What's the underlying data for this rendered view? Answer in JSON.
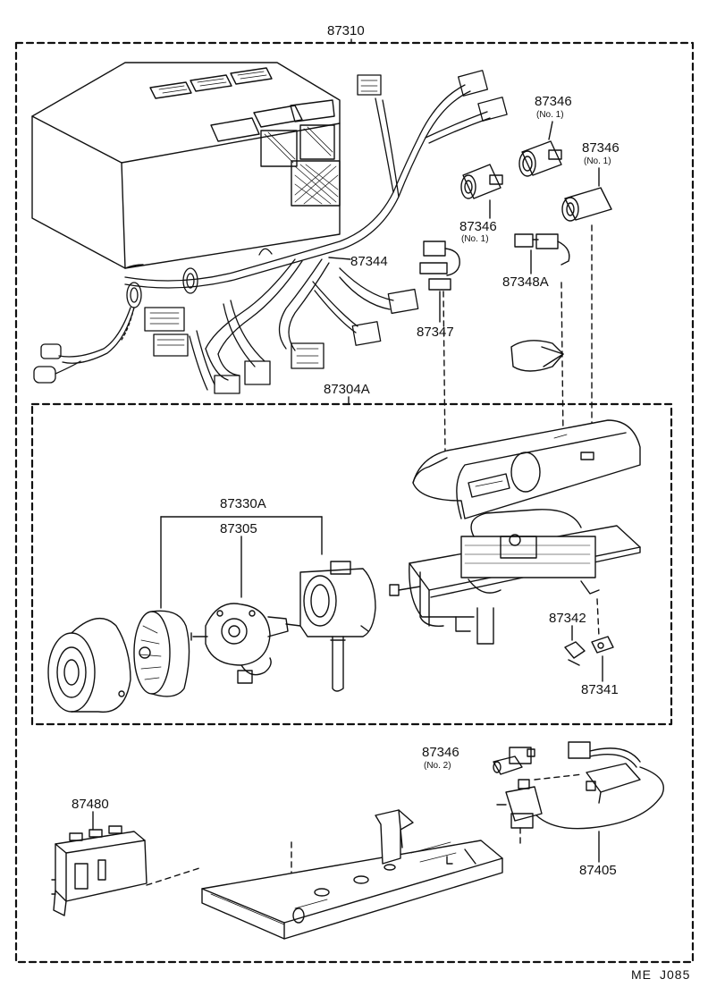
{
  "parts": {
    "p87310": "87310",
    "p87304a": "87304A",
    "p87344": "87344",
    "p87347": "87347",
    "p87346_a": "87346",
    "p87346_a_sub": "(No. 1)",
    "p87346_b": "87346",
    "p87346_b_sub": "(No. 1)",
    "p87346_c": "87346",
    "p87346_c_sub": "(No. 1)",
    "p87348a": "87348A",
    "p87330a": "87330A",
    "p87305": "87305",
    "p87342": "87342",
    "p87341": "87341",
    "p87346_d": "87346",
    "p87346_d_sub": "(No. 2)",
    "p87480": "87480",
    "p87405": "87405"
  },
  "footer": {
    "code_left": "ME",
    "code_right": "J085"
  }
}
